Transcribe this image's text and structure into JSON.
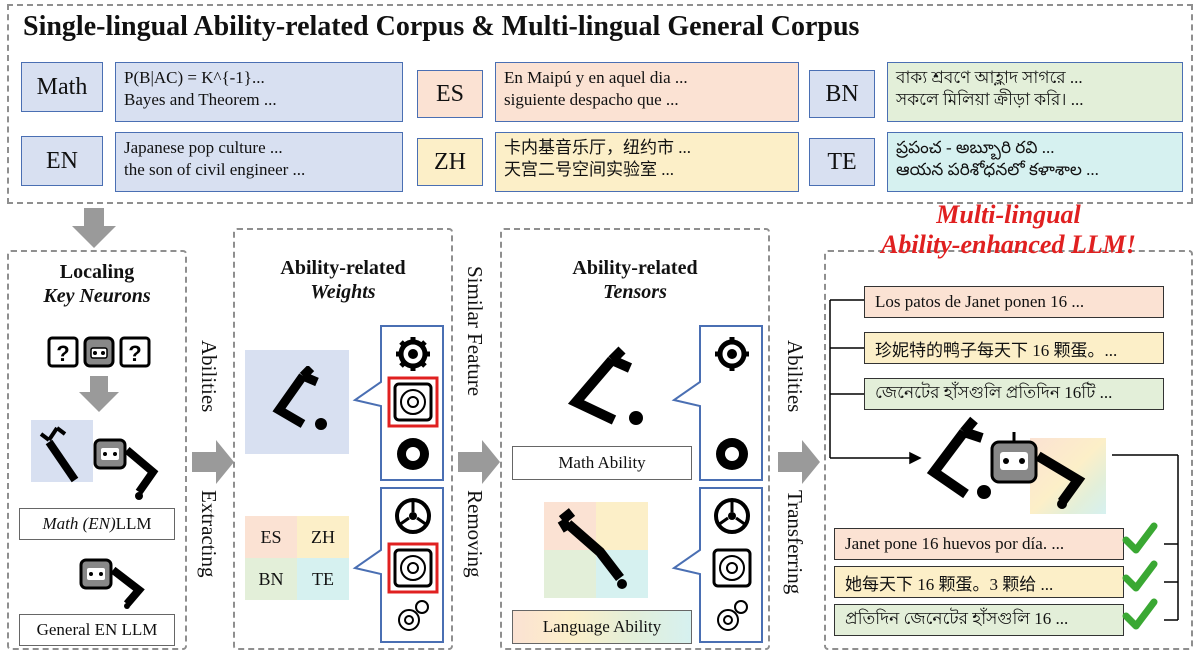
{
  "top": {
    "title": "Single-lingual Ability-related Corpus & Multi-lingual General Corpus",
    "rows": [
      [
        {
          "tag": "Math",
          "lines": [
            "P(B|AC) = K^{-1}...",
            "Bayes and Theorem ..."
          ],
          "color": "blue"
        },
        {
          "tag": "ES",
          "lines": [
            "En Maipú y en aquel dia ...",
            "siguiente despacho que ..."
          ],
          "color": "orange"
        },
        {
          "tag": "BN",
          "lines": [
            "বাক্য শ্রবণে আহ্লাদ সাগরে ...",
            "সকলে মিলিয়া ক্রীড়া করি। ..."
          ],
          "color": "green"
        }
      ],
      [
        {
          "tag": "EN",
          "lines": [
            "Japanese pop culture ...",
            "the son of civil engineer ..."
          ],
          "color": "blue"
        },
        {
          "tag": "ZH",
          "lines": [
            "卡内基音乐厅，纽约市 ...",
            "天宫二号空间实验室 ..."
          ],
          "color": "yellow"
        },
        {
          "tag": "TE",
          "lines": [
            "ప్రపంచ - అబ్బూరి రవి ...",
            "ఆయన పరిశోధనలో కళాశాల ..."
          ],
          "color": "cyan"
        }
      ]
    ]
  },
  "panel1": {
    "title_line1": "Localing",
    "title_line2": "Key Neurons",
    "math_llm_prefix": "Math (EN)",
    "math_llm_suffix": " LLM",
    "general_llm": "General EN LLM"
  },
  "arrow1": {
    "top": "Abilities",
    "bottom": "Extracting"
  },
  "panel2": {
    "title_line1": "Ability-related",
    "title_line2": "Weights",
    "grid": [
      "ES",
      "ZH",
      "BN",
      "TE"
    ]
  },
  "arrow2": {
    "top": "Similar Feature",
    "bottom": "Removing"
  },
  "panel3": {
    "title_line1": "Ability-related",
    "title_line2": "Tensors",
    "math_label": "Math Ability",
    "language_label": "Language Ability"
  },
  "arrow3": {
    "top": "Abilities",
    "bottom": "Transferring"
  },
  "panel4": {
    "title_line1": "Multi-lingual",
    "title_line2": "Ability-enhanced LLM!",
    "inputs": [
      {
        "text": "Los patos de Janet ponen 16 ...",
        "color": "#fbe2d3"
      },
      {
        "text": "珍妮特的鸭子每天下 16 颗蛋。...",
        "color": "#fcefc8"
      },
      {
        "text": "জেনেটের হাঁসগুলি প্রতিদিন 16টি ...",
        "color": "#e3efd9"
      }
    ],
    "outputs": [
      {
        "text": "Janet pone 16 huevos por día. ...",
        "color": "#fbe2d3"
      },
      {
        "text": "她每天下 16 颗蛋。3 颗给 ...",
        "color": "#fcefc8"
      },
      {
        "text": "প্রতিদিন জেনেটের হাঁসগুলি 16 ...",
        "color": "#e3efd9"
      }
    ]
  },
  "colors": {
    "accent_red": "#e02020",
    "check_green": "#3aa833",
    "arrow_grey": "#9a9a9a",
    "frame_blue": "#4a6fb3"
  }
}
